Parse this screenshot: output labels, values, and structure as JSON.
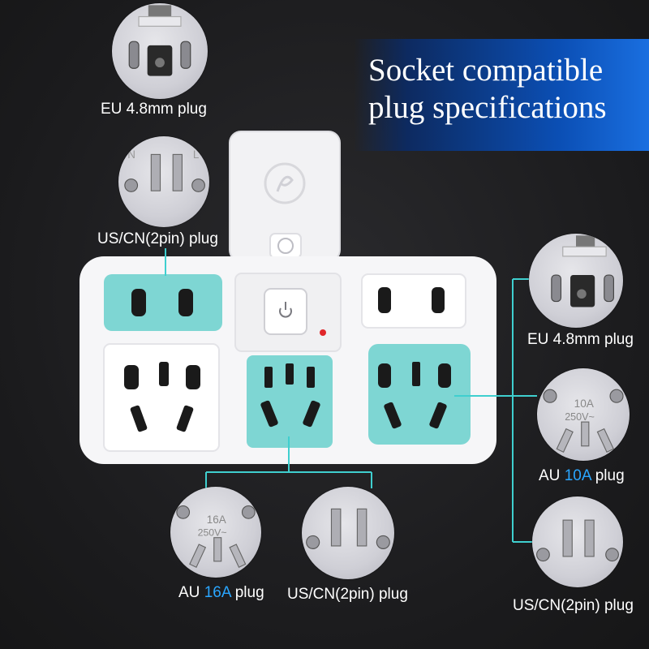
{
  "banner": {
    "line1": "Socket compatible",
    "line2": "plug specifications"
  },
  "labels": {
    "eu_top": "EU 4.8mm plug",
    "us_left": "US/CN(2pin) plug",
    "eu_right": "EU 4.8mm plug",
    "au_right_prefix": "AU ",
    "au_right_rating": "10A",
    "au_right_suffix": " plug",
    "us_right": "US/CN(2pin) plug",
    "au_bottom_prefix": "AU ",
    "au_bottom_rating": "16A",
    "au_bottom_suffix": " plug",
    "us_bottom": "US/CN(2pin) plug"
  },
  "plug_markings": {
    "au10_rating": "10A",
    "au10_voltage": "250V~",
    "au16_rating": "16A",
    "au16_voltage": "250V~"
  },
  "icons": [
    "power-icon",
    "brand-logo-icon",
    "ccc-mark-icon",
    "indicator-led"
  ],
  "colors": {
    "accent_teal": "#7ed6d3",
    "banner_blue": "#0b4fb5",
    "highlight_blue": "#2aa6ff",
    "connector_line": "#3fcfcf",
    "background": "#1c1c1e"
  }
}
